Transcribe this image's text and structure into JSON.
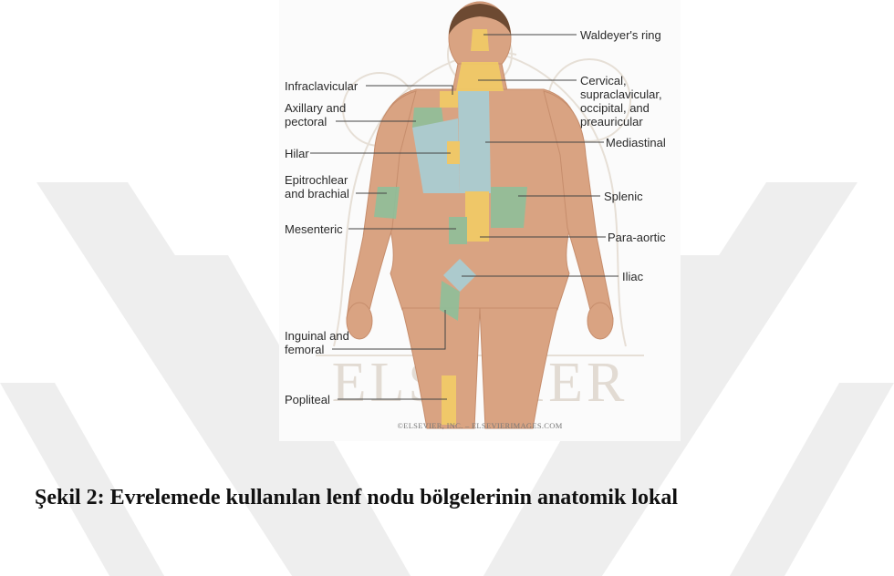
{
  "figure": {
    "watermark_text": "ELSEVIER",
    "copyright": "©ELSEVIER, INC. – ELSEVIERIMAGES.COM",
    "labels_left": {
      "infraclavicular": "Infraclavicular",
      "axillary": "Axillary and\npectoral",
      "hilar": "Hilar",
      "epitrochlear": "Epitrochlear\nand brachial",
      "mesenteric": "Mesenteric",
      "inguinal": "Inguinal and\nfemoral",
      "popliteal": "Popliteal"
    },
    "labels_right": {
      "waldeyer": "Waldeyer's ring",
      "cervical": "Cervical,\nsupraclavicular,\noccipital, and\npreauricular",
      "mediastinal": "Mediastinal",
      "splenic": "Splenic",
      "para_aortic": "Para-aortic",
      "iliac": "Iliac"
    },
    "colors": {
      "skin": "#d9a382",
      "yellow_region": "#f2cc66",
      "green_region": "#8fbf9a",
      "blue_region": "#a8cfd6"
    }
  },
  "caption": "Şekil 2: Evrelemede kullanılan lenf nodu bölgelerinin anatomik lokal"
}
